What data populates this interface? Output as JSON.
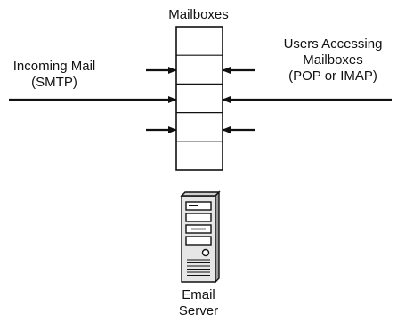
{
  "diagram": {
    "mailboxes_label": "Mailboxes",
    "mailbox_slot_count": 5,
    "incoming": {
      "line1": "Incoming Mail",
      "line2": "(SMTP)"
    },
    "users": {
      "line1": "Users Accessing",
      "line2": "Mailboxes",
      "line3": "(POP or IMAP)"
    },
    "server": {
      "line1": "Email",
      "line2": "Server",
      "icon": "server-tower-icon"
    },
    "colors": {
      "stroke": "#111111",
      "server_body": "#e6e6e6",
      "server_shade": "#9a9a9a"
    }
  }
}
